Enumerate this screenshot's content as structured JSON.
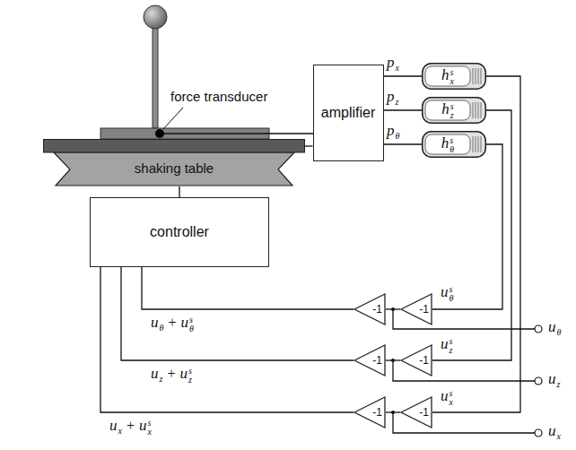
{
  "diagram": {
    "nodes": [
      {
        "text": [
          "shaking table"
        ]
      },
      {
        "text": [
          "controller"
        ]
      },
      {
        "text": [
          "amplifier"
        ]
      },
      {
        "text": [
          "h",
          "s",
          "x"
        ]
      },
      {
        "text": [
          "h",
          "s",
          "z"
        ]
      },
      {
        "text": [
          "h",
          "s",
          "θ"
        ]
      },
      {
        "text": [
          "-1"
        ]
      },
      {
        "text": [
          "-1"
        ]
      },
      {
        "text": [
          "-1"
        ]
      },
      {
        "text": [
          "-1"
        ]
      },
      {
        "text": [
          "-1"
        ]
      },
      {
        "text": [
          "-1"
        ]
      }
    ],
    "edges": [
      {
        "from": 0,
        "to": 2,
        "arrow": "none"
      },
      {
        "from": 1,
        "to": 0,
        "arrow": "none"
      },
      {
        "from": 2,
        "to": 3,
        "arrow": "none"
      },
      {
        "from": 2,
        "to": 4,
        "arrow": "none"
      },
      {
        "from": 2,
        "to": 5,
        "arrow": "none"
      },
      {
        "from": 5,
        "to": 7,
        "arrow": "none"
      },
      {
        "from": 4,
        "to": 9,
        "arrow": "none"
      },
      {
        "from": 3,
        "to": 11,
        "arrow": "none"
      },
      {
        "from": 7,
        "to": 6,
        "arrow": "none"
      },
      {
        "from": 9,
        "to": 8,
        "arrow": "none"
      },
      {
        "from": 11,
        "to": 10,
        "arrow": "none"
      },
      {
        "from": 6,
        "to": 1,
        "arrow": "none"
      },
      {
        "from": 8,
        "to": 1,
        "arrow": "none"
      },
      {
        "from": 10,
        "to": 1,
        "arrow": "none"
      }
    ],
    "labels": [
      "force transducer",
      "p",
      "x",
      "p",
      "z",
      "p",
      "θ",
      "u",
      "θ",
      "s",
      "u",
      "θ",
      "u",
      "z",
      "s",
      "u",
      "z",
      "u",
      "x",
      "s",
      "u",
      "x",
      "u",
      "θ",
      "+",
      "u",
      "θ",
      "s",
      "u",
      "z",
      "+",
      "u",
      "z",
      "s",
      "u",
      "x",
      "+",
      "u",
      "x",
      "s"
    ]
  }
}
